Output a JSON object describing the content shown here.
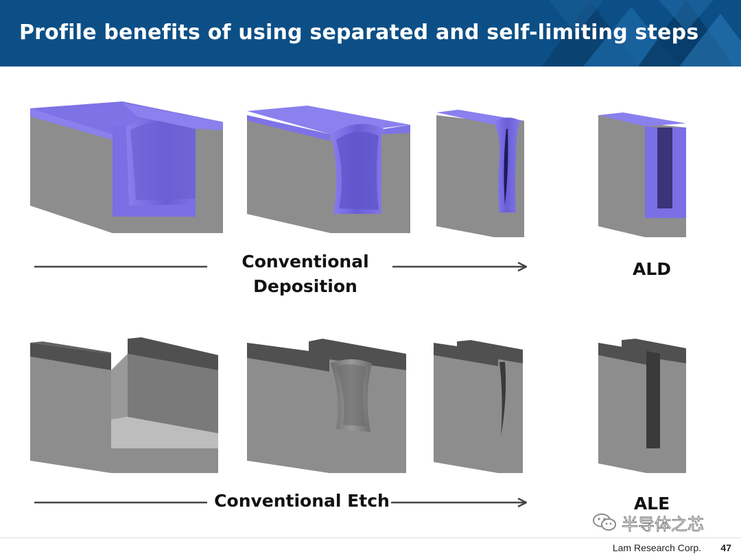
{
  "header": {
    "title": "Profile benefits of using separated and self-limiting steps"
  },
  "rows": {
    "deposition": {
      "label_line1": "Conventional",
      "label_line2": "Deposition",
      "result_label": "ALD"
    },
    "etch": {
      "label": "Conventional Etch",
      "result_label": "ALE"
    }
  },
  "colors": {
    "header_bg": "#0c4f86",
    "block_front": "#8c8c8c",
    "block_side": "#6b6b6b",
    "film": "#7b6fe0",
    "mask": "#505050"
  },
  "footer": {
    "company": "Lam Research Corp.",
    "page": "47"
  },
  "watermark": {
    "text": "半导体之芯",
    "icon": "wechat-icon"
  }
}
